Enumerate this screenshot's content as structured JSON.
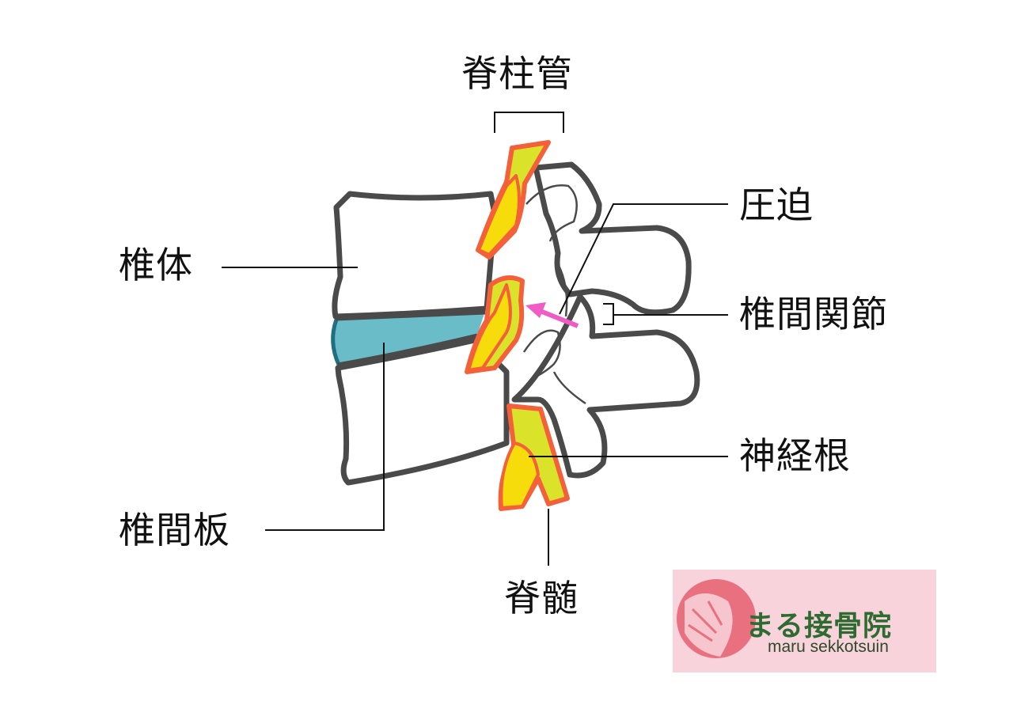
{
  "labels": {
    "spinal_canal": "脊柱管",
    "vertebral_body": "椎体",
    "compression": "圧迫",
    "facet_joint": "椎間関節",
    "nerve_root": "神経根",
    "intervertebral_disc": "椎間板",
    "spinal_cord": "脊髄"
  },
  "logo": {
    "name": "まる接骨院",
    "romaji": "maru sekkotsuin"
  },
  "colors": {
    "bone_outline": "#4a4a4a",
    "disc": "#6bbcc9",
    "nerve_fill": "#f5dc0a",
    "nerve_fill_light": "#dbe22a",
    "nerve_outline": "#f4603a",
    "arrow": "#f05cc4",
    "logo_bg": "#f9d3dc",
    "logo_circle": "#e8707f",
    "logo_text": "#2e6b31"
  }
}
